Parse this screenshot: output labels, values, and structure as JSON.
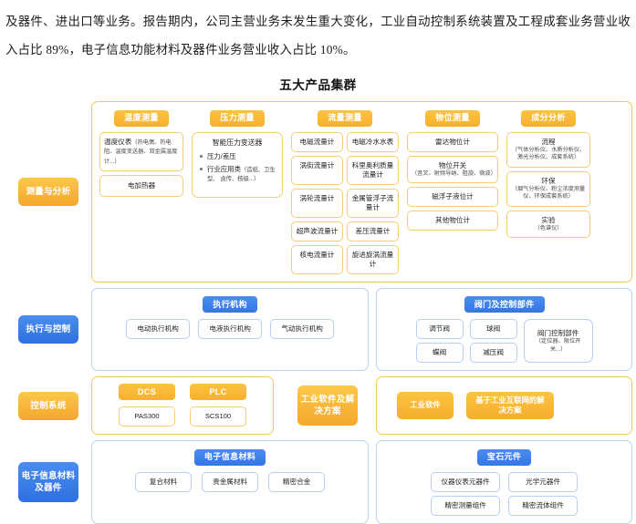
{
  "document": {
    "paragraph": "及器件、进出口等业务。报告期内，公司主营业务未发生重大变化，工业自动控制系统装置及工程成套业务营业收入占比 89%，电子信息功能材料及器件业务营业收入占比 10%。",
    "figure_title": "五大产品集群"
  },
  "colors": {
    "orange_accent": "#f7b53a",
    "blue_accent": "#3a7de8",
    "orange_border": "#f6c860",
    "blue_border": "#b9d2f5"
  },
  "rows": [
    {
      "label": "测量与分析",
      "theme": "orange",
      "groups": [
        {
          "title": "温度测量",
          "items": [
            {
              "text": "温度仪表",
              "sub": "（热电偶、热电阻、温度变送器、双金属温度计...）"
            },
            {
              "text": "电加热器"
            }
          ]
        },
        {
          "title": "压力测量",
          "heading": "智能压力变送器",
          "bullets": [
            {
              "text": "压力/差压"
            },
            {
              "text": "行业应用类",
              "sub": "（造纸、卫生型、 卤传、核级...）"
            }
          ]
        },
        {
          "title": "流量测量",
          "left": [
            "电磁流量计",
            "涡街流量计",
            "涡轮流量计",
            "超声波流量计",
            "核电流量计"
          ],
          "right": [
            "电磁冷水水表",
            "科里奥利质量流量计",
            "金属管浮子流量计",
            "差压流量计",
            "旋进旋涡流量计"
          ]
        },
        {
          "title": "物位测量",
          "items": [
            {
              "text": "雷达物位计"
            },
            {
              "text": "物位开关",
              "sub": "（音叉、射频导纳、阻旋、微波）"
            },
            {
              "text": "磁浮子液位计"
            },
            {
              "text": "其他物位计"
            }
          ]
        },
        {
          "title": "成分分析",
          "items": [
            {
              "text": "流程",
              "sub": "（气体分析仪、水质分析仪、激光分析仪、成套系统）"
            },
            {
              "text": "环保",
              "sub": "（烟气分析仪、粉尘浓度测量仪、环保成套系统）"
            },
            {
              "text": "实验",
              "sub": "（色谱仪）"
            }
          ]
        }
      ]
    },
    {
      "label": "执行与控制",
      "theme": "blue",
      "groups": [
        {
          "title": "执行机构",
          "items": [
            {
              "text": "电动执行机构"
            },
            {
              "text": "电液执行机构"
            },
            {
              "text": "气动执行机构"
            }
          ]
        },
        {
          "title": "阀门及控制部件",
          "left": [
            "调节阀",
            "蝶阀"
          ],
          "right": [
            "球阀",
            "减压阀"
          ],
          "extra": {
            "text": "阀门控制部件",
            "sub": "（定位器、限位开关...）"
          }
        }
      ]
    },
    {
      "label": "控制系统",
      "theme": "orange",
      "groups": [
        {
          "pairs": [
            {
              "title": "DCS",
              "item": "PAS300"
            },
            {
              "title": "PLC",
              "item": "SCS100"
            }
          ]
        }
      ]
    },
    {
      "label": "工业软件及解决方案",
      "theme": "orange",
      "groups": [
        {
          "solids": [
            "工业软件",
            "基于工业互联网的解决方案"
          ]
        }
      ]
    },
    {
      "label": "电子信息材料及器件",
      "theme": "blue",
      "groups": [
        {
          "title": "电子信息材料",
          "items": [
            {
              "text": "复合材料"
            },
            {
              "text": "贵金属材料"
            },
            {
              "text": "精密合金"
            }
          ]
        },
        {
          "title": "宝石元件",
          "left": [
            "仪器仪表元器件",
            "精密测量组件"
          ],
          "right": [
            "光学元器件",
            "精密流体组件"
          ]
        }
      ]
    }
  ]
}
